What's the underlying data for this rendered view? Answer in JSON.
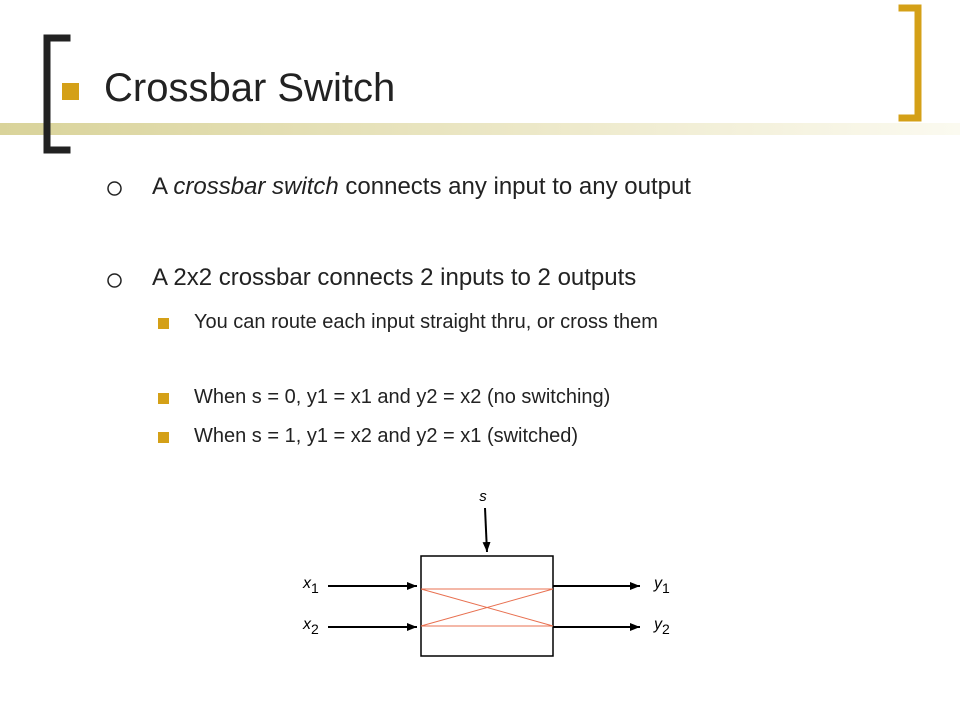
{
  "slide": {
    "title": "Crossbar Switch",
    "bullets": [
      {
        "text_before": "A ",
        "text_italic": "crossbar switch",
        "text_after": " connects any input to any output"
      },
      {
        "text": "A 2x2 crossbar connects 2 inputs to 2 outputs",
        "sub_bullets": [
          "You can route each input straight thru, or cross them",
          "When s = 0, y1 = x1 and y2 = x2 (no switching)",
          "When s = 1, y1 = x2 and y2 = x1 (switched)"
        ]
      }
    ]
  },
  "diagram": {
    "select_label": "s",
    "inputs": [
      {
        "name": "x",
        "subscript": "1"
      },
      {
        "name": "x",
        "subscript": "2"
      }
    ],
    "outputs": [
      {
        "name": "y",
        "subscript": "1"
      },
      {
        "name": "y",
        "subscript": "2"
      }
    ]
  },
  "colors": {
    "accent": "#d4a017",
    "accent_bar_light": "#e8e2b0",
    "crossbar_lines": "#e87050",
    "text": "#222222"
  }
}
